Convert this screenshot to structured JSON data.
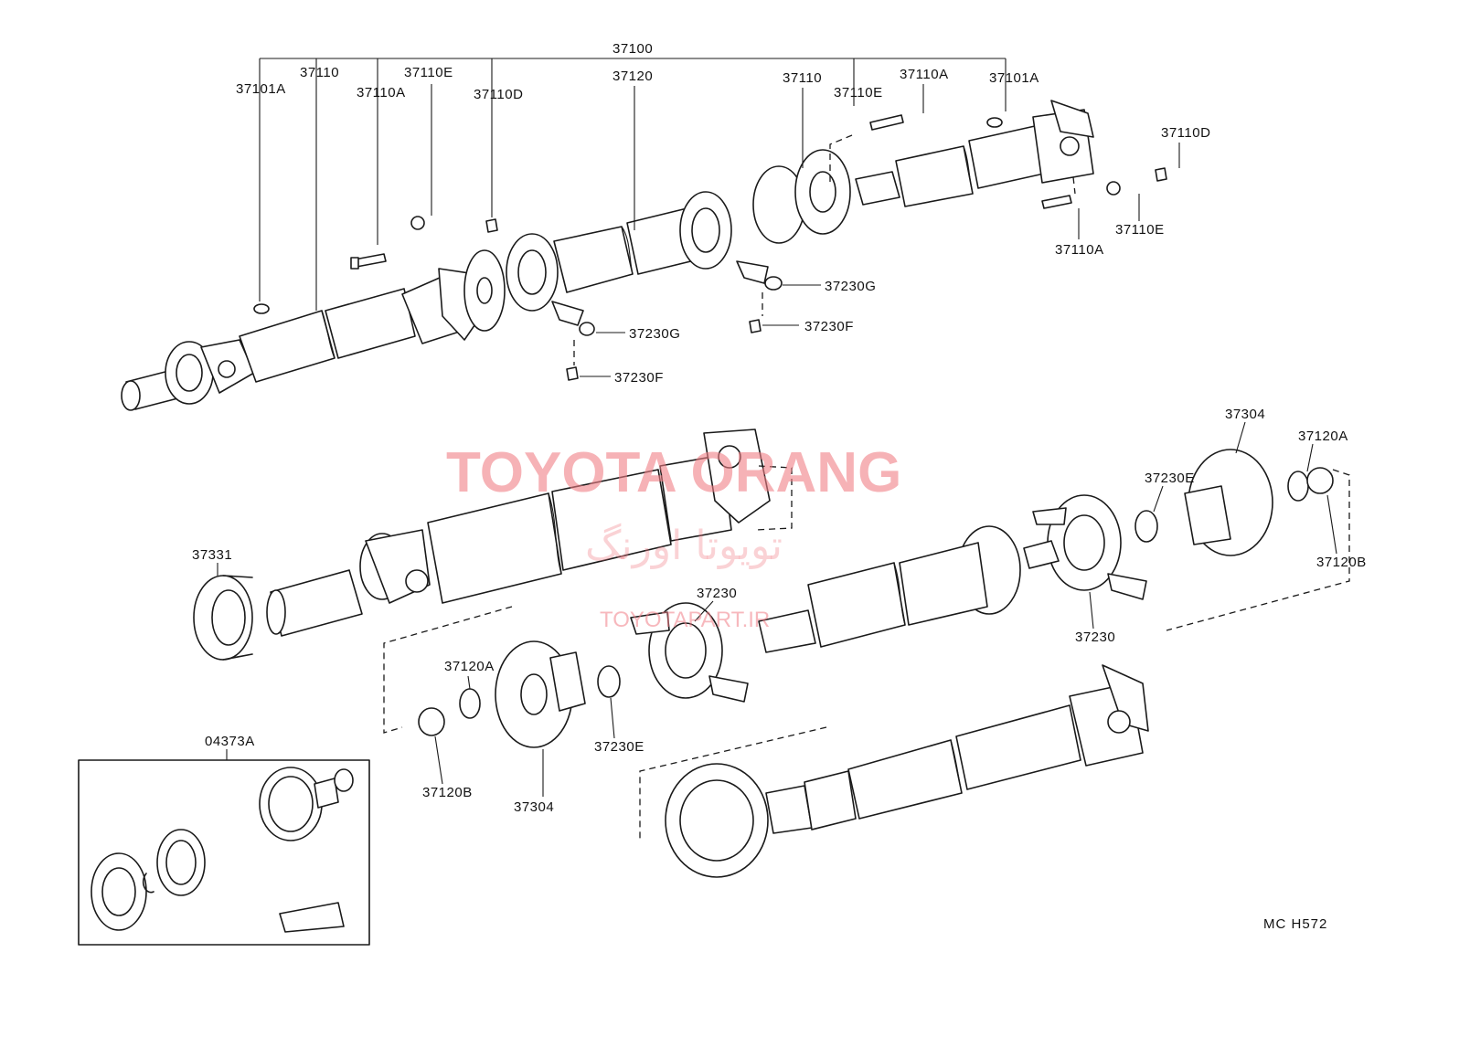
{
  "diagram": {
    "labels": {
      "assy_top": "37100",
      "p37101A_left": "37101A",
      "p37110_left": "37110",
      "p37110A_left": "37110A",
      "p37110E_left": "37110E",
      "p37110D_left": "37110D",
      "p37120": "37120",
      "p37110_right": "37110",
      "p37110E_right": "37110E",
      "p37110A_right": "37110A",
      "p37101A_right": "37101A",
      "p37110D_right": "37110D",
      "p37110A_lower": "37110A",
      "p37110E_lower": "37110E",
      "p37230G_right": "37230G",
      "p37230F_right": "37230F",
      "p37230G_left": "37230G",
      "p37230F_left": "37230F",
      "p37304_right": "37304",
      "p37120A_right": "37120A",
      "p37230E_right": "37230E",
      "p37120B_right": "37120B",
      "p37331": "37331",
      "p37230_left": "37230",
      "p37230_right": "37230",
      "p37120A_left": "37120A",
      "p37120B_left": "37120B",
      "p37304_left": "37304",
      "p37230E_left": "37230E",
      "p04373A": "04373A"
    },
    "code": "MC  H572"
  },
  "watermark": {
    "main": "TOYOTA ORANG",
    "persian": "تویوتا اورنگ",
    "url": "TOYOTAPART.IR"
  }
}
